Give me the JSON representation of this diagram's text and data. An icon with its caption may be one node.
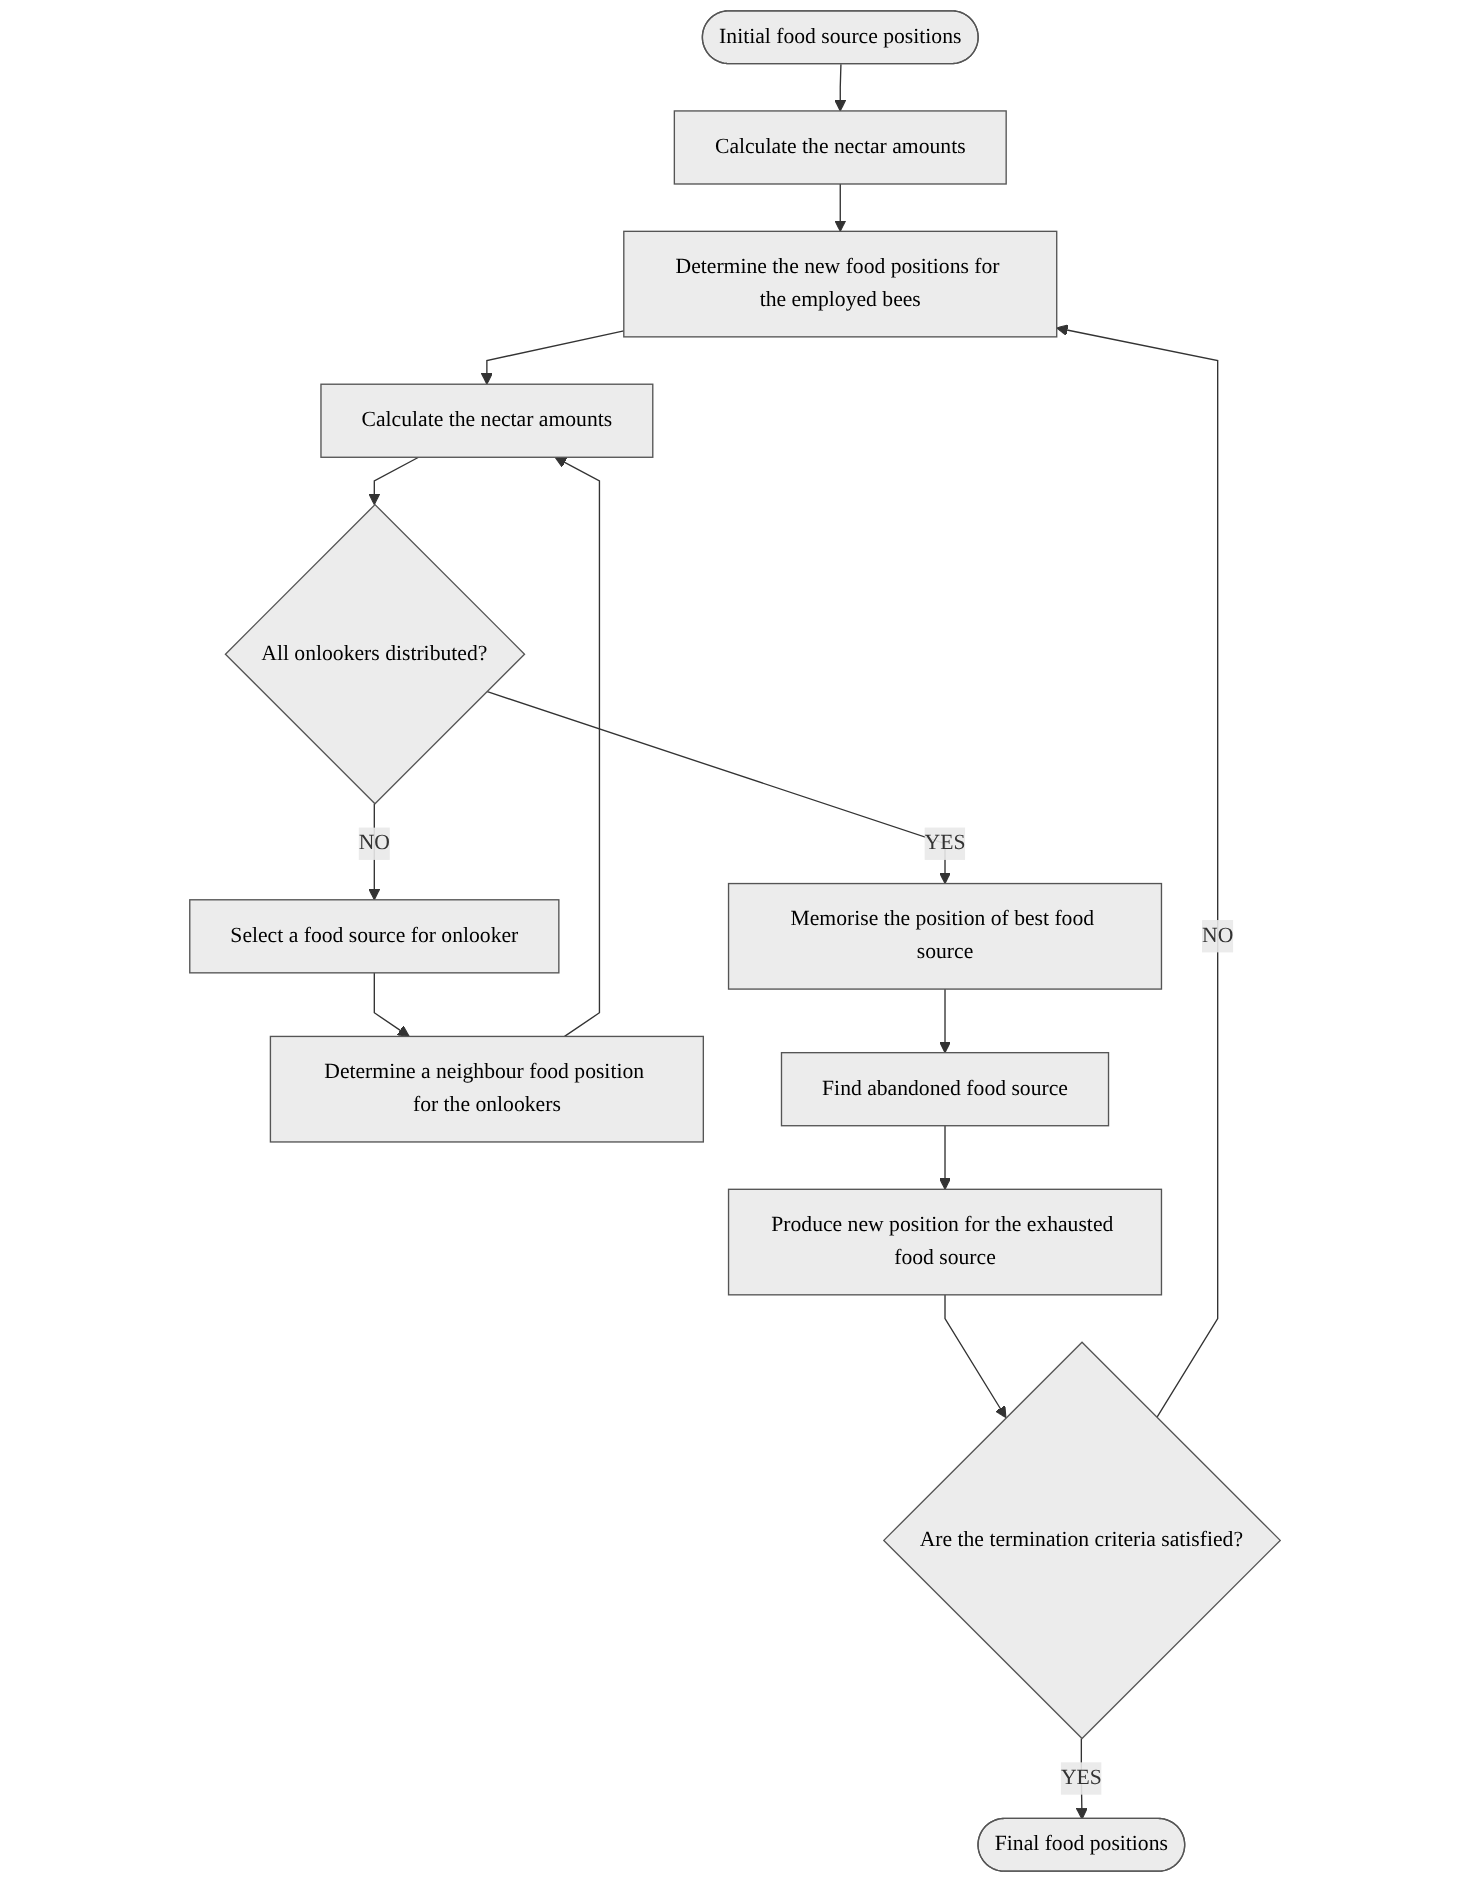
{
  "diagram": {
    "nodes": [
      {
        "text": [
          "Initial food source positions"
        ]
      },
      {
        "text": [
          "Calculate the nectar amounts"
        ]
      },
      {
        "text": [
          "Determine the new food positions for the employed bees"
        ]
      },
      {
        "text": [
          "Calculate the nectar amounts"
        ]
      },
      {
        "text": [
          "Determine a neighbour food position for the onlookers"
        ]
      },
      {
        "text": [
          "All onlookers distributed?"
        ]
      },
      {
        "text": [
          "Select a food source for onlooker"
        ]
      },
      {
        "text": [
          "Memorise the position of best food source"
        ]
      },
      {
        "text": [
          "Find abandoned food source"
        ]
      },
      {
        "text": [
          "Produce new position for the exhausted food source"
        ]
      },
      {
        "text": [
          "Are the termination criteria satisfied?"
        ]
      },
      {
        "text": [
          "Final food positions"
        ]
      }
    ],
    "edges": [
      {
        "from": 0,
        "to": 1,
        "arrow": "to"
      },
      {
        "from": 1,
        "to": 2,
        "arrow": "to"
      },
      {
        "from": 2,
        "to": 3,
        "arrow": "to"
      },
      {
        "from": 3,
        "to": 5,
        "arrow": "to"
      },
      {
        "from": 5,
        "to": 6,
        "arrow": "to",
        "label": "NO"
      },
      {
        "from": 6,
        "to": 4,
        "arrow": "to"
      },
      {
        "from": 4,
        "to": 3,
        "arrow": "to"
      },
      {
        "from": 5,
        "to": 7,
        "arrow": "to",
        "label": "YES"
      },
      {
        "from": 7,
        "to": 8,
        "arrow": "to"
      },
      {
        "from": 8,
        "to": 9,
        "arrow": "to"
      },
      {
        "from": 9,
        "to": 10,
        "arrow": "to"
      },
      {
        "from": 10,
        "to": 2,
        "arrow": "to",
        "label": "NO"
      },
      {
        "from": 10,
        "to": 11,
        "arrow": "to",
        "label": "YES"
      }
    ]
  }
}
